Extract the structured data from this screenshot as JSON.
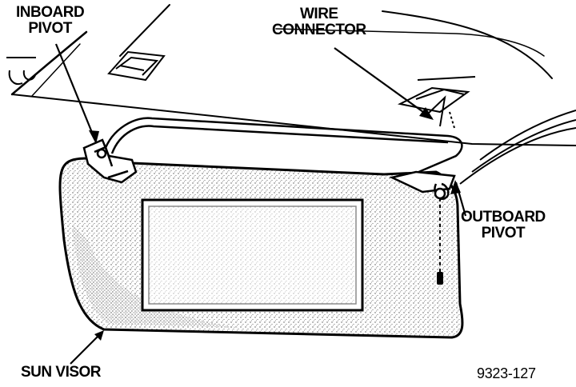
{
  "labels": {
    "inboard_pivot": [
      "INBOARD",
      "PIVOT"
    ],
    "wire_connector": [
      "WIRE",
      "CONNECTOR"
    ],
    "outboard_pivot": [
      "OUTBOARD",
      "PIVOT"
    ],
    "sun_visor": "SUN VISOR"
  },
  "figure_id": "9323-127",
  "colors": {
    "ink": "#000000",
    "paper": "#ffffff",
    "texture": "#8a8a8a"
  }
}
